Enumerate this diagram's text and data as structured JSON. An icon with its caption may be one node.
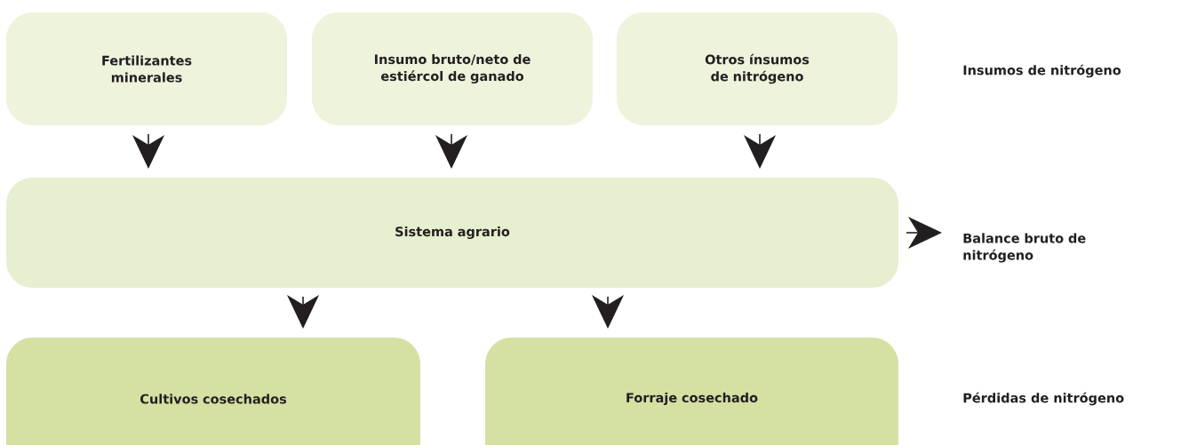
{
  "diagram": {
    "nodes": [
      {
        "text": [
          "Fertilizantes minerales"
        ]
      },
      {
        "text": [
          "Insumo bruto/neto de estiércol de ganado"
        ]
      },
      {
        "text": [
          "Otros ínsumos de nitrógeno"
        ]
      },
      {
        "text": [
          "Sistema agrario"
        ]
      },
      {
        "text": [
          "Balance bruto de nitrógeno"
        ]
      },
      {
        "text": [
          "Cultivos cosechados"
        ]
      },
      {
        "text": [
          "Forraje cosechado"
        ]
      }
    ],
    "edges": [
      {
        "from": 0,
        "to": 3,
        "arrow": "to"
      },
      {
        "from": 1,
        "to": 3,
        "arrow": "to"
      },
      {
        "from": 2,
        "to": 3,
        "arrow": "to"
      },
      {
        "from": 3,
        "to": 4,
        "arrow": "to"
      },
      {
        "from": 3,
        "to": 5,
        "arrow": "to"
      },
      {
        "from": 3,
        "to": 6,
        "arrow": "to"
      }
    ],
    "labels": [
      "Insumos de nitrógeno",
      "Pérdidas de nitrógeno"
    ]
  }
}
